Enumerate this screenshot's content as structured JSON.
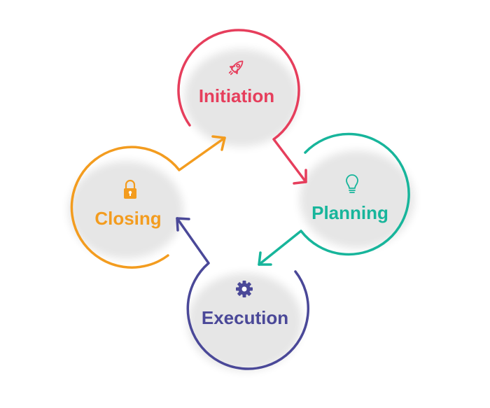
{
  "stages": [
    {
      "id": "initiation",
      "label": "Initiation",
      "color": "#e63e5c",
      "icon": "rocket-icon"
    },
    {
      "id": "planning",
      "label": "Planning",
      "color": "#17b59b",
      "icon": "lightbulb-icon"
    },
    {
      "id": "execution",
      "label": "Execution",
      "color": "#4a4898",
      "icon": "gear-icon"
    },
    {
      "id": "closing",
      "label": "Closing",
      "color": "#f39c1f",
      "icon": "padlock-icon"
    }
  ]
}
